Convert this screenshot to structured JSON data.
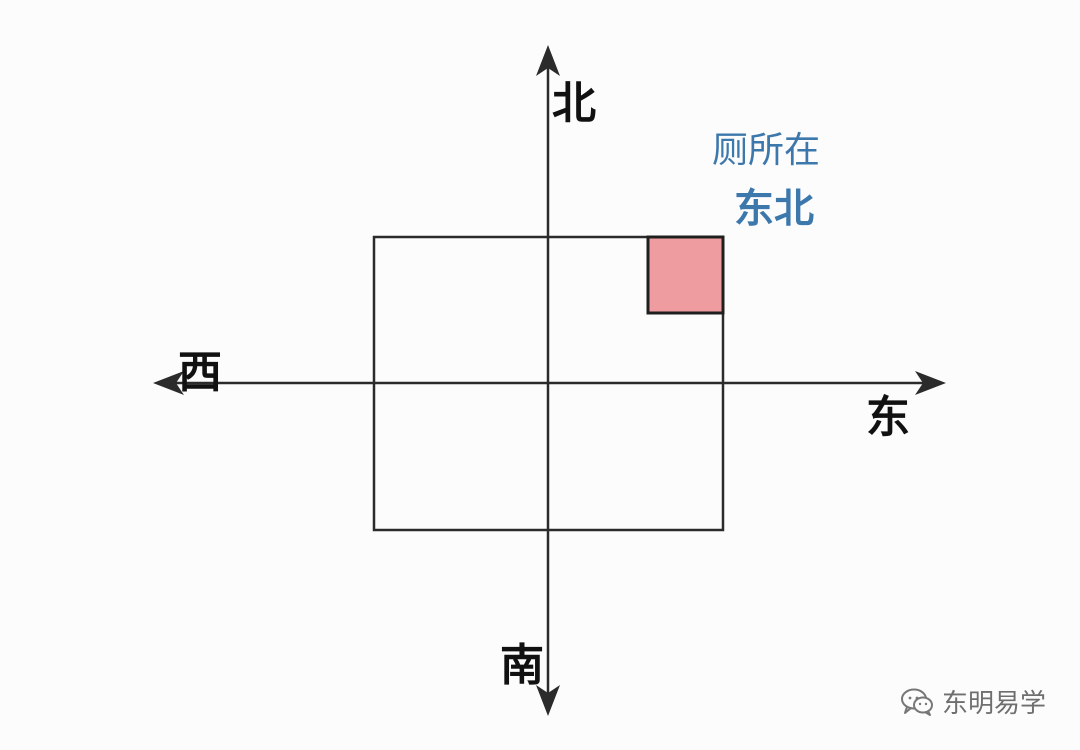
{
  "directions": {
    "north": "北",
    "south": "南",
    "east": "东",
    "west": "西"
  },
  "annotation": {
    "line1": "厕所在",
    "line2": "东北"
  },
  "watermark": {
    "text": "东明易学",
    "icon": "wechat-icon"
  },
  "colors": {
    "axis": "#2b2b2b",
    "annotation": "#3d78ad",
    "highlight_fill": "#ef9ca0",
    "highlight_stroke": "#1f1f1f"
  }
}
